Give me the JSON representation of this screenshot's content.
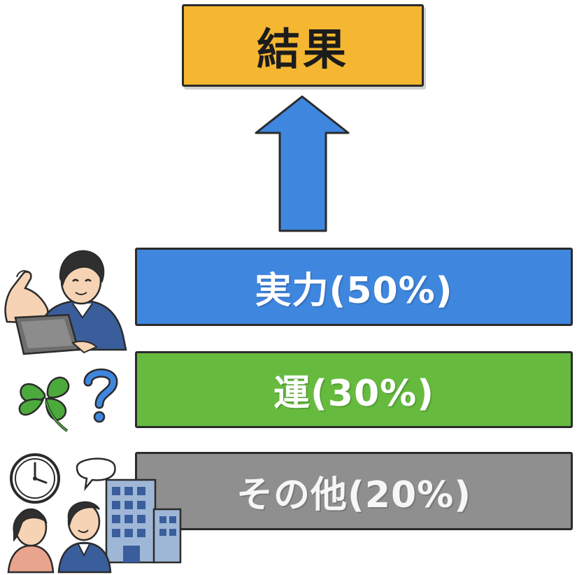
{
  "diagram": {
    "result": {
      "label": "結果"
    },
    "bars": [
      {
        "id": "skill",
        "label": "実力(50%)",
        "color": "#3f86df"
      },
      {
        "id": "luck",
        "label": "運(30%)",
        "color": "#66bb3f"
      },
      {
        "id": "other",
        "label": "その他(20%)",
        "color": "#8f8f8f"
      }
    ],
    "result_color": "#f5b731",
    "arrow_color": "#3f86df"
  }
}
